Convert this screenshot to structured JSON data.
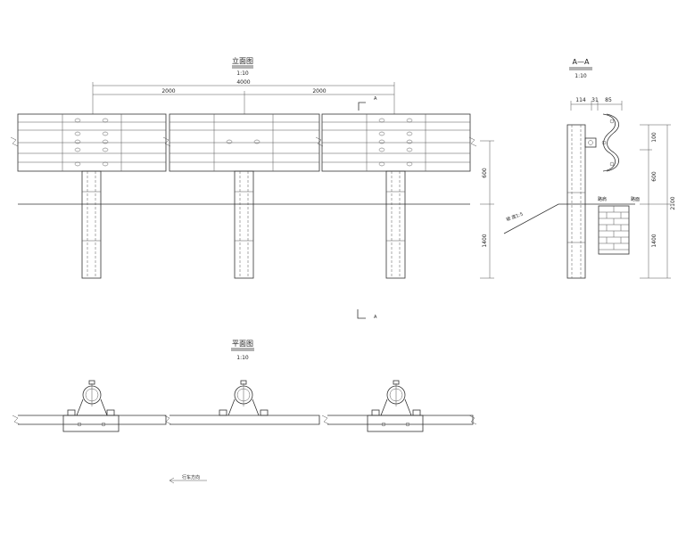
{
  "elevation": {
    "title": "立面图",
    "scale": "1:10",
    "dim_total": "4000",
    "dim_left": "2000",
    "dim_right": "2000",
    "dim_above_ground": "600",
    "dim_below_ground": "1400",
    "section_mark": "A"
  },
  "section": {
    "title": "A—A",
    "scale": "1:10",
    "dim_a": "114",
    "dim_b": "31",
    "dim_c": "85",
    "dim_top": "100",
    "dim_mid": "600",
    "dim_low": "1400",
    "dim_total": "2100",
    "slope_label": "坡 度1:5",
    "left_label": "路肩",
    "right_label": "路面"
  },
  "plan": {
    "title": "平面图",
    "scale": "1:10",
    "direction_label": "行车方向"
  }
}
